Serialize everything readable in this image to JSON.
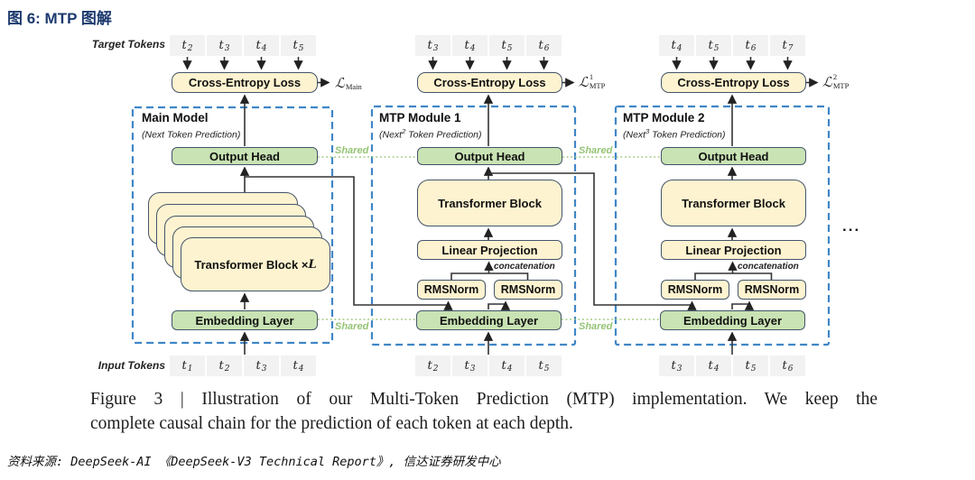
{
  "figure_title": "图 6: MTP 图解",
  "row_labels": {
    "target": "Target Tokens",
    "input": "Input Tokens"
  },
  "token_base": "t",
  "shared_label": "Shared",
  "ellipsis": "...",
  "modules": [
    {
      "title": "Main Model",
      "subtitle_pre": "(Next",
      "subtitle_sup": "",
      "subtitle_post": " Token Prediction)",
      "ce_label": "Cross-Entropy Loss",
      "loss_symbol": "ℒ",
      "loss_sup": "",
      "loss_sub": "Main",
      "output_head": "Output Head",
      "stack_label": "Transformer Block × ",
      "stack_var": "L",
      "embedding": "Embedding Layer",
      "target_subs": [
        "2",
        "3",
        "4",
        "5"
      ],
      "input_subs": [
        "1",
        "2",
        "3",
        "4"
      ]
    },
    {
      "title": "MTP Module 1",
      "subtitle_pre": "(Next",
      "subtitle_sup": "2",
      "subtitle_post": " Token Prediction)",
      "ce_label": "Cross-Entropy Loss",
      "loss_symbol": "ℒ",
      "loss_sup": "1",
      "loss_sub": "MTP",
      "output_head": "Output Head",
      "transformer": "Transformer Block",
      "linear": "Linear Projection",
      "concat_label": "concatenation",
      "rmsnorm_left": "RMSNorm",
      "rmsnorm_right": "RMSNorm",
      "embedding": "Embedding Layer",
      "target_subs": [
        "3",
        "4",
        "5",
        "6"
      ],
      "input_subs": [
        "2",
        "3",
        "4",
        "5"
      ]
    },
    {
      "title": "MTP Module 2",
      "subtitle_pre": "(Next",
      "subtitle_sup": "3",
      "subtitle_post": " Token Prediction)",
      "ce_label": "Cross-Entropy Loss",
      "loss_symbol": "ℒ",
      "loss_sup": "2",
      "loss_sub": "MTP",
      "output_head": "Output Head",
      "transformer": "Transformer Block",
      "linear": "Linear Projection",
      "concat_label": "concatenation",
      "rmsnorm_left": "RMSNorm",
      "rmsnorm_right": "RMSNorm",
      "embedding": "Embedding Layer",
      "target_subs": [
        "4",
        "5",
        "6",
        "7"
      ],
      "input_subs": [
        "3",
        "4",
        "5",
        "6"
      ]
    }
  ],
  "caption": {
    "line1": "Figure 3 | Illustration of our Multi-Token Prediction (MTP) implementation.  We keep the",
    "line2": "complete causal chain for the prediction of each token at each depth."
  },
  "source": "资料来源: DeepSeek-AI 《DeepSeek-V3 Technical Report》, 信达证券研发中心",
  "colors": {
    "cream": "#fdf3d0",
    "green": "#c9e3b4",
    "token_gray": "#f2f2f2",
    "dashed_blue": "#3f86c6",
    "shared_green": "#95c475",
    "title_navy": "#1c3a6e",
    "line_dark": "#333333",
    "box_border": "#44546a"
  }
}
